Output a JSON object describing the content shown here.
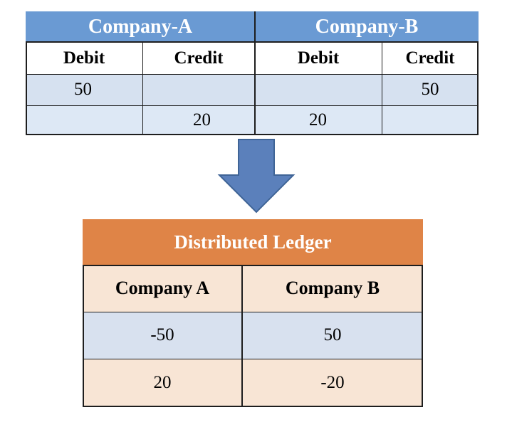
{
  "top_table": {
    "company_a": "Company-A",
    "company_b": "Company-B",
    "headers": [
      "Debit",
      "Credit",
      "Debit",
      "Credit"
    ],
    "rows": [
      [
        "50",
        "",
        "",
        "50"
      ],
      [
        "",
        "20",
        "20",
        ""
      ]
    ]
  },
  "bottom_table": {
    "title": "Distributed Ledger",
    "headers": [
      "Company A",
      "Company B"
    ],
    "rows": [
      [
        "-50",
        "50"
      ],
      [
        "20",
        "-20"
      ]
    ]
  },
  "colors": {
    "top_header": "#6a9ad3",
    "top_row": "#d6e1f0",
    "arrow": "#5b80bb",
    "bottom_header": "#df8447",
    "bottom_row_blue": "#d8e1ef",
    "bottom_row_peach": "#f8e5d5"
  }
}
